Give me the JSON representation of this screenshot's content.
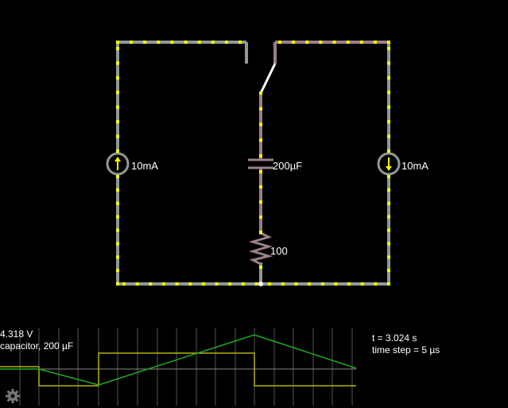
{
  "colors": {
    "wire": "#8f9a94",
    "wire_live": "#9a7f8a",
    "dot": "#ffff00",
    "switch": "#ffffff",
    "trace_green": "#22aa22",
    "trace_yellow": "#b4b40a",
    "grid": "#555555",
    "background": "#000000"
  },
  "circuit": {
    "left_source_label": "10mA",
    "right_source_label": "10mA",
    "capacitor_label": "200µF",
    "resistor_label": "100"
  },
  "scope": {
    "voltage_readout": "4.318 V",
    "element_label": "capacitor, 200 µF",
    "time_readout": "t = 3.024 s",
    "timestep_readout": "time step = 5 µs"
  },
  "icons": {
    "settings": "gear-icon"
  }
}
